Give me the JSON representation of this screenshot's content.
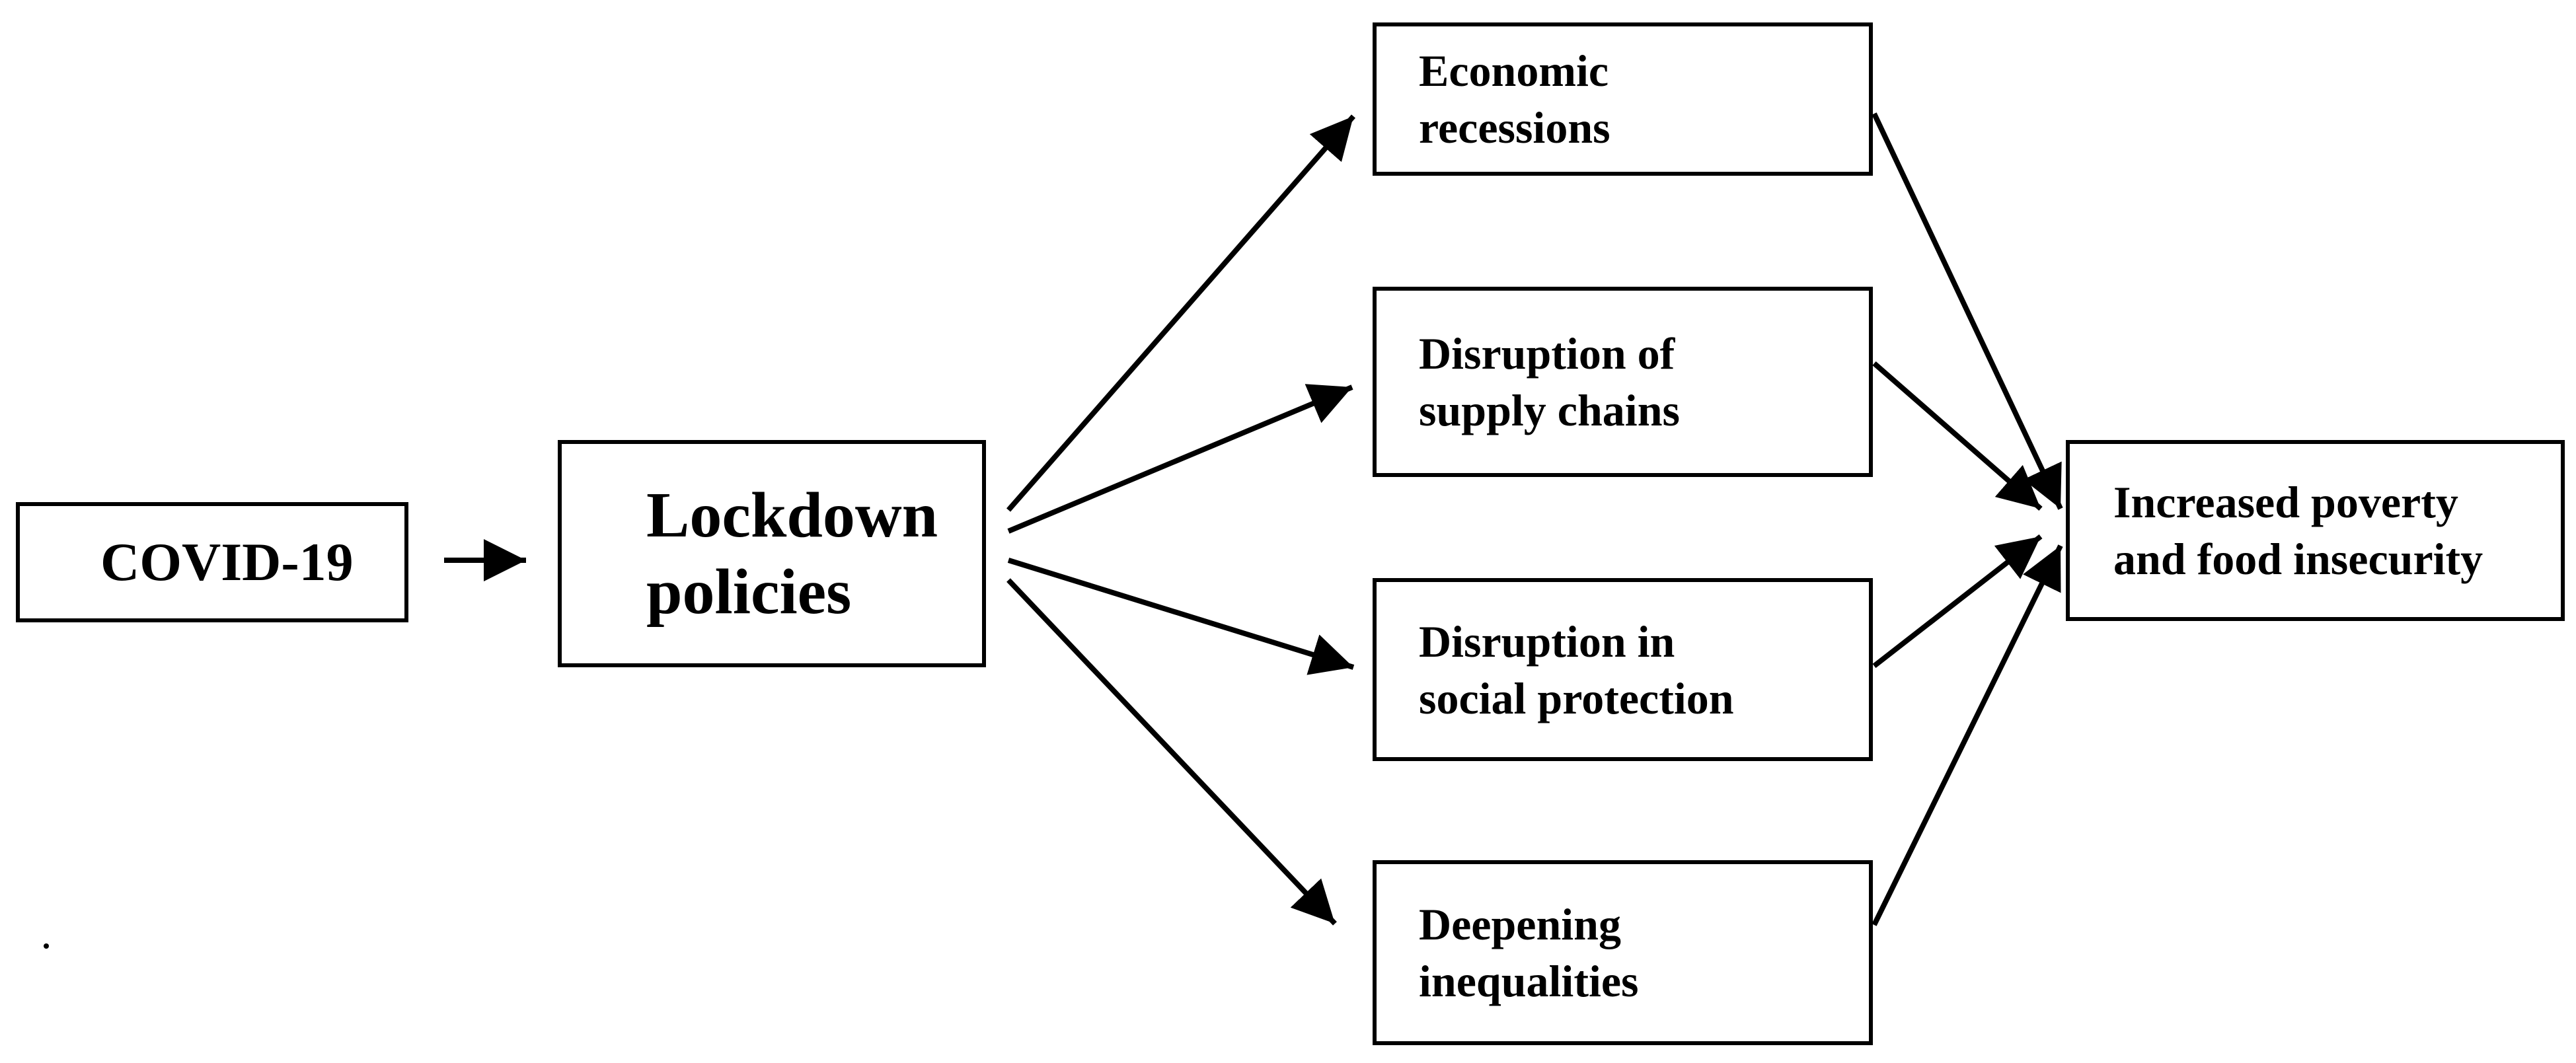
{
  "diagram": {
    "nodes": {
      "covid": "COVID-19",
      "lockdown": "Lockdown\npolicies",
      "econ": "Economic\nrecessions",
      "supply": "Disruption of\nsupply chains",
      "social": "Disruption in\nsocial protection",
      "ineq": "Deepening\ninequalities",
      "outcome": "Increased poverty\nand food insecurity"
    },
    "edges": [
      {
        "from": "covid",
        "to": "lockdown"
      },
      {
        "from": "lockdown",
        "to": "econ"
      },
      {
        "from": "lockdown",
        "to": "supply"
      },
      {
        "from": "lockdown",
        "to": "social"
      },
      {
        "from": "lockdown",
        "to": "ineq"
      },
      {
        "from": "econ",
        "to": "outcome"
      },
      {
        "from": "supply",
        "to": "outcome"
      },
      {
        "from": "social",
        "to": "outcome"
      },
      {
        "from": "ineq",
        "to": "outcome"
      }
    ],
    "colors": {
      "stroke": "#000000",
      "background": "#ffffff"
    }
  }
}
